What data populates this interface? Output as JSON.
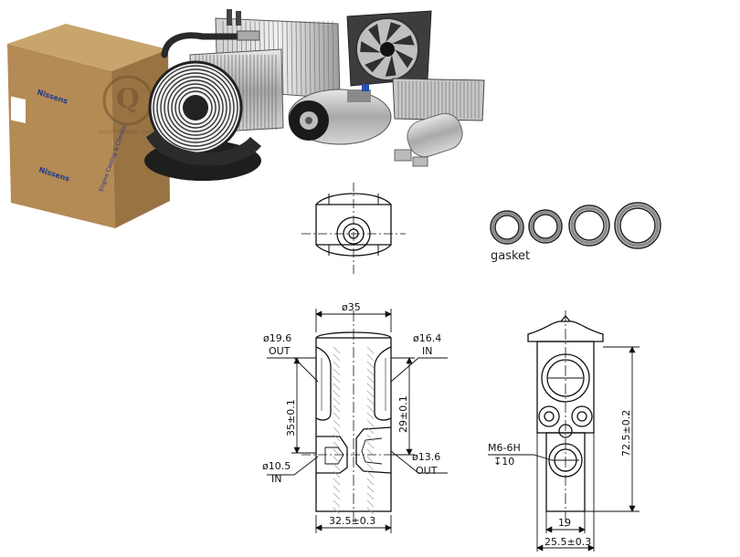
{
  "product_photo": {
    "box_brand_front": "Nissens",
    "box_brand_side": "Nissens",
    "box_tagline": "Engine Cooling & Climate",
    "box_seal": "QUALITY FOR ENGINE COOLING"
  },
  "gasket_label": "gasket",
  "dims_front": {
    "top_diameter": "ø35",
    "out_diameter": "ø19.6",
    "out_label": "OUT",
    "in_diameter": "ø16.4",
    "in_label": "IN",
    "height_left": "35±0.1",
    "height_right": "29±0.1",
    "bottom_left_diameter": "ø10.5",
    "bottom_left_label": "IN",
    "bottom_right_diameter": "ø13.6",
    "bottom_right_label": "OUT",
    "width_bottom": "32.5±0.3"
  },
  "dims_side": {
    "thread": "M6-6H",
    "thread_depth": "↧10",
    "height": "72.5±0.2",
    "inner_width": "19",
    "outer_width": "25.5±0.3"
  },
  "colors": {
    "box_cardboard": "#b48a55",
    "box_text": "#1f3a8a",
    "line": "#111111"
  }
}
